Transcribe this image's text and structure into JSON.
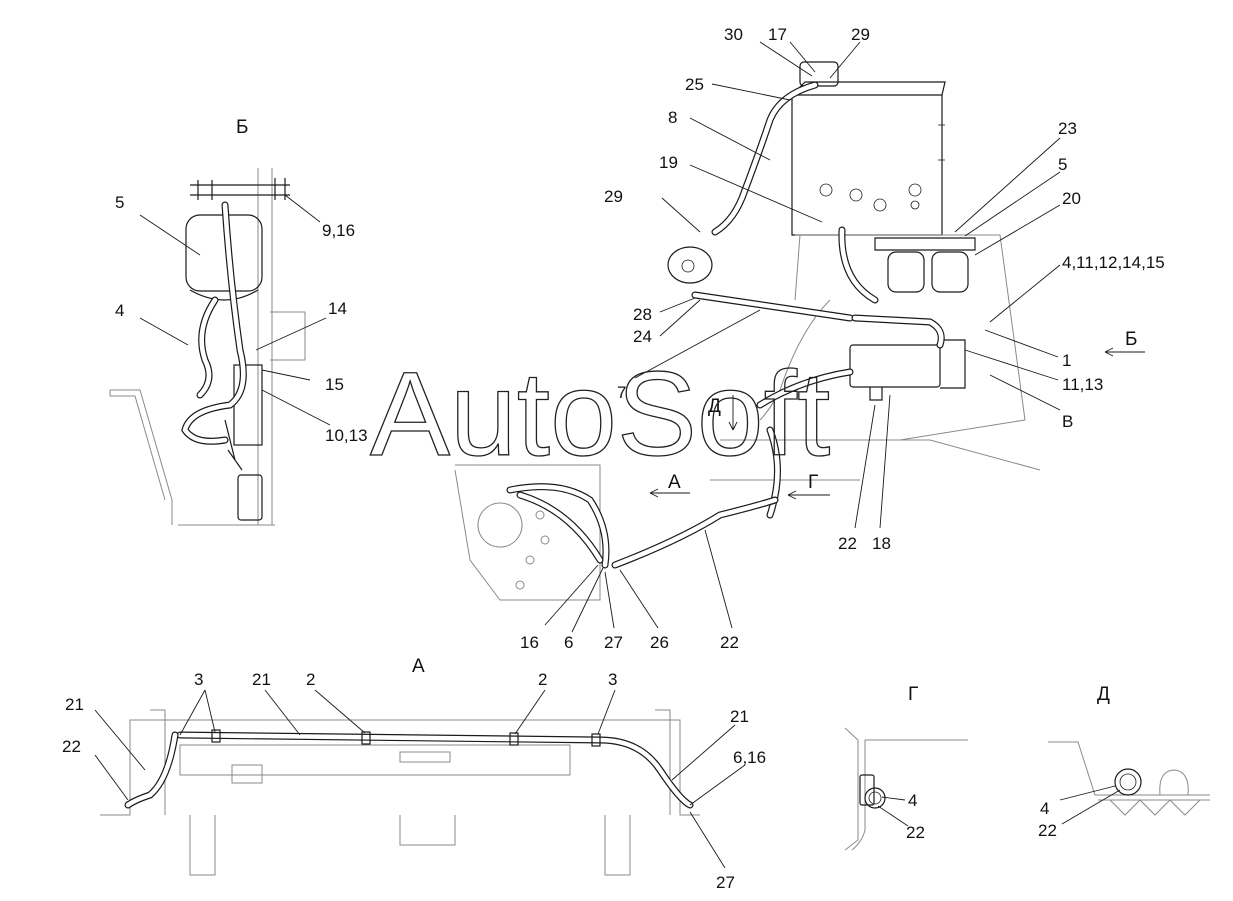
{
  "watermark": "AutoSoft",
  "views": {
    "b": "Б",
    "a": "А",
    "g": "Г",
    "d": "Д"
  },
  "arrows": {
    "b": "Б",
    "a": "А",
    "g": "Г",
    "d": "Д",
    "v": "В"
  },
  "labels": {
    "n30": "30",
    "n17": "17",
    "n29a": "29",
    "n25": "25",
    "n8": "8",
    "n23": "23",
    "n5r": "5",
    "n19": "19",
    "n29b": "29",
    "n20": "20",
    "n4_15": "4,11,12,14,15",
    "n28": "28",
    "n24": "24",
    "n1": "1",
    "n11_13": "11,13",
    "n7": "7",
    "n22r": "22",
    "n18": "18",
    "n16": "16",
    "n6": "6",
    "n27": "27",
    "n26": "26",
    "n22m": "22",
    "b5": "5",
    "b9_16": "9,16",
    "b4": "4",
    "b14": "14",
    "b15": "15",
    "b10_13": "10,13",
    "a21l": "21",
    "a3l": "3",
    "a21m": "21",
    "a2l": "2",
    "a2r": "2",
    "a3r": "3",
    "a21r": "21",
    "a22": "22",
    "a6_16": "6,16",
    "a27": "27",
    "g4": "4",
    "g22": "22",
    "d4": "4",
    "d22": "22"
  }
}
